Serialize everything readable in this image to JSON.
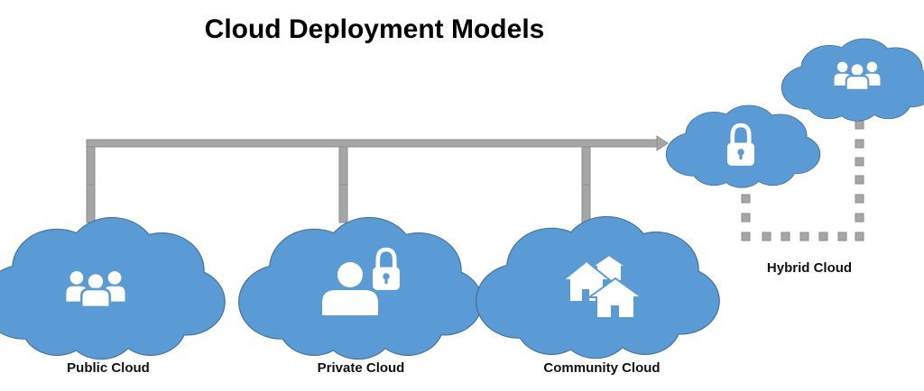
{
  "title": "Cloud Deployment Models",
  "clouds": [
    {
      "id": "public",
      "label": "Public Cloud",
      "icon": "users-group-icon"
    },
    {
      "id": "private",
      "label": "Private Cloud",
      "icon": "user-with-lock-icon"
    },
    {
      "id": "community",
      "label": "Community Cloud",
      "icon": "houses-icon"
    },
    {
      "id": "hybrid",
      "label": "Hybrid Cloud",
      "icon": "lock-and-users-group-icon"
    }
  ],
  "colors": {
    "cloud_fill": "#5b9bd5",
    "cloud_stroke": "#41719c",
    "connector": "#a6a6a6",
    "connector_stroke": "#8c8c8c",
    "icon": "#ffffff"
  }
}
